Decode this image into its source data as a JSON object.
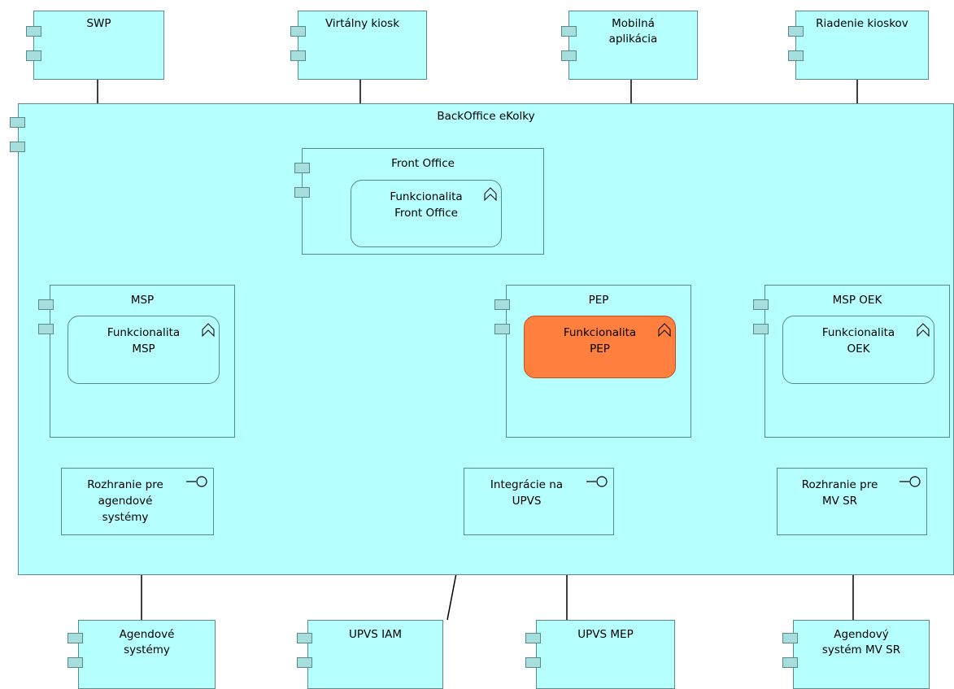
{
  "external_top": {
    "swp": "SWP",
    "virtual_kiosk": "Virtálny kiosk",
    "mobile_app": [
      "Mobilná",
      "aplikácia"
    ],
    "kiosk_management": "Riadenie kioskov"
  },
  "backoffice": {
    "title": "BackOffice eKolky",
    "front_office": {
      "title": "Front Office",
      "function": [
        "Funkcionalita",
        "Front Office"
      ]
    },
    "msp": {
      "title": "MSP",
      "function": [
        "Funkcionalita",
        "MSP"
      ]
    },
    "pep": {
      "title": "PEP",
      "function": [
        "Funkcionalita",
        "PEP"
      ]
    },
    "msp_oek": {
      "title": "MSP OEK",
      "function": [
        "Funkcionalita",
        "OEK"
      ]
    },
    "interfaces": {
      "agenda_systems": [
        "Rozhranie pre",
        "agendové",
        "systémy"
      ],
      "upvs_integration": [
        "Integrácie na",
        "UPVS"
      ],
      "mv_sr": [
        "Rozhranie pre",
        "MV SR"
      ]
    }
  },
  "external_bottom": {
    "agenda_systems": [
      "Agendové",
      "systémy"
    ],
    "upvs_iam": "UPVS IAM",
    "upvs_mep": "UPVS MEP",
    "mv_sr_system": [
      "Agendový",
      "systém MV SR"
    ]
  },
  "colors": {
    "component_fill": "#b5ffff",
    "highlight_fill": "#ff7f3f",
    "border": "#5a8a8a"
  },
  "icons": {
    "component": "component-icon",
    "function": "function-chevron-icon",
    "interface": "interface-lollipop-icon"
  }
}
